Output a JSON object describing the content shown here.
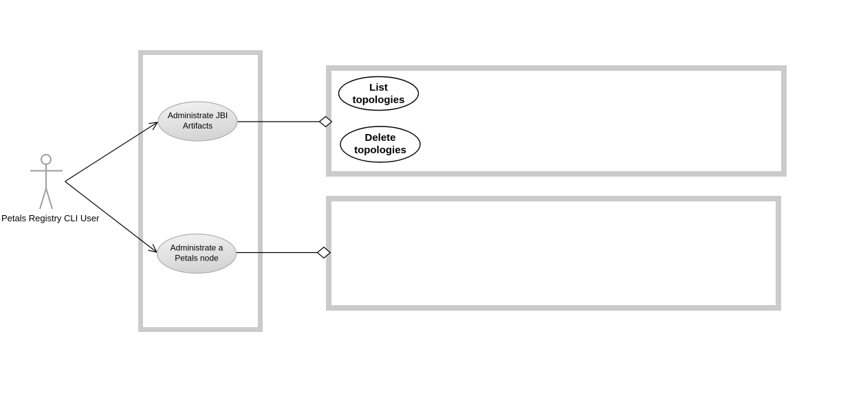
{
  "diagram": {
    "type": "uml-use-case",
    "actor": {
      "label": "Petals Registry CLI User"
    },
    "use_cases": [
      {
        "id": "administrate-jbi-artifacts",
        "label": "Administrate JBI Artifacts",
        "lines": [
          "Administrate JBI",
          "Artifacts"
        ],
        "style": "gray-gradient"
      },
      {
        "id": "administrate-petals-node",
        "label": "Administrate a Petals node",
        "lines": [
          "Administrate a",
          "Petals node"
        ],
        "style": "gray-gradient"
      },
      {
        "id": "list-topologies",
        "label": "List topologies",
        "lines": [
          "List",
          "topologies"
        ],
        "style": "white-bold"
      },
      {
        "id": "delete-topologies",
        "label": "Delete topologies",
        "lines": [
          "Delete",
          "topologies"
        ],
        "style": "white-bold"
      }
    ],
    "boundaries": [
      {
        "id": "left-boundary",
        "contains": [
          "administrate-jbi-artifacts",
          "administrate-petals-node"
        ]
      },
      {
        "id": "top-right-boundary",
        "contains": [
          "list-topologies",
          "delete-topologies"
        ]
      },
      {
        "id": "bottom-right-boundary",
        "contains": []
      }
    ],
    "connectors": [
      {
        "from": "actor",
        "to": "administrate-jbi-artifacts",
        "end": "open-arrow"
      },
      {
        "from": "actor",
        "to": "administrate-petals-node",
        "end": "open-arrow"
      },
      {
        "from": "administrate-jbi-artifacts",
        "to": "top-right-boundary",
        "end": "hollow-diamond"
      },
      {
        "from": "administrate-petals-node",
        "to": "bottom-right-boundary",
        "end": "hollow-diamond"
      }
    ],
    "colors": {
      "background": "#ffffff",
      "boundary_border": "#cbcbcb",
      "usecase_border": "#b0b0b0",
      "usecase_fill_light": "#f3f3f3",
      "usecase_fill_dark": "#d5d5d5",
      "actor_stroke": "#9e9e9e",
      "connector": "#000000",
      "text": "#000000"
    }
  }
}
